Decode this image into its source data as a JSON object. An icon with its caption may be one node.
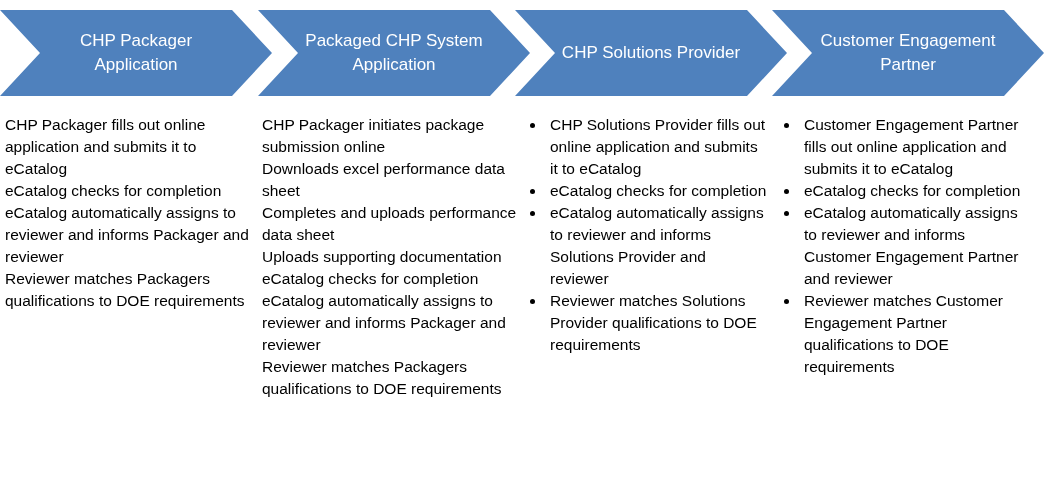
{
  "diagram": {
    "nodes": [
      {
        "text": [
          "CHP Packager Application"
        ],
        "beside": [
          "CHP Packager fills out online application and submits it to eCatalog",
          "eCatalog checks for completion",
          "eCatalog automatically assigns to reviewer and informs Packager and reviewer",
          "Reviewer matches Packagers qualifications to DOE requirements"
        ]
      },
      {
        "text": [
          "Packaged CHP System Application"
        ],
        "beside": [
          "CHP Packager initiates package submission online",
          "Downloads excel performance data sheet",
          "Completes and uploads performance data sheet",
          "Uploads supporting documentation",
          "eCatalog checks for completion",
          "eCatalog automatically assigns to reviewer and informs Packager and reviewer",
          "Reviewer matches Packagers qualifications to DOE requirements"
        ]
      },
      {
        "text": [
          "CHP Solutions Provider"
        ],
        "beside": [
          "CHP Solutions Provider fills out online application and submits it to eCatalog",
          "eCatalog checks for completion",
          "eCatalog automatically assigns to reviewer and informs Solutions Provider and reviewer",
          "Reviewer matches Solutions Provider qualifications to DOE requirements"
        ]
      },
      {
        "text": [
          "Customer Engagement Partner"
        ],
        "beside": [
          "Customer Engagement Partner fills out online application and submits it to eCatalog",
          "eCatalog checks for completion",
          "eCatalog automatically assigns to reviewer and informs Customer Engagement Partner and reviewer",
          "Reviewer matches Customer Engagement Partner qualifications to DOE requirements"
        ]
      }
    ]
  }
}
